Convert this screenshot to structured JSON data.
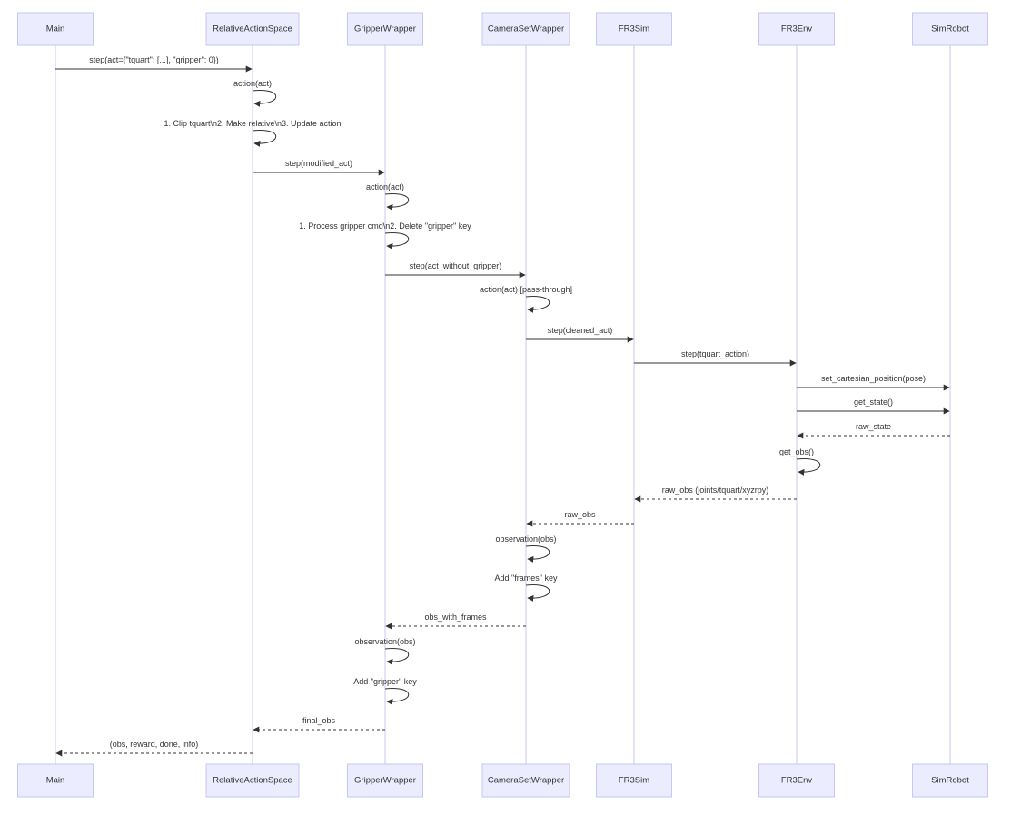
{
  "actors": [
    {
      "id": "main",
      "label": "Main"
    },
    {
      "id": "ras",
      "label": "RelativeActionSpace"
    },
    {
      "id": "gw",
      "label": "GripperWrapper"
    },
    {
      "id": "csw",
      "label": "CameraSetWrapper"
    },
    {
      "id": "fr3sim",
      "label": "FR3Sim"
    },
    {
      "id": "fr3env",
      "label": "FR3Env"
    },
    {
      "id": "simrobot",
      "label": "SimRobot"
    }
  ],
  "messages": [
    {
      "from": "main",
      "to": "ras",
      "label": "step(act={\"tquart\": [...], \"gripper\": 0})",
      "style": "solid"
    },
    {
      "from": "ras",
      "to": "ras",
      "label": "action(act)",
      "style": "solid"
    },
    {
      "from": "ras",
      "to": "ras",
      "label": "1. Clip tquart\\n2. Make relative\\n3. Update action",
      "style": "solid"
    },
    {
      "from": "ras",
      "to": "gw",
      "label": "step(modified_act)",
      "style": "solid"
    },
    {
      "from": "gw",
      "to": "gw",
      "label": "action(act)",
      "style": "solid"
    },
    {
      "from": "gw",
      "to": "gw",
      "label": "1. Process gripper cmd\\n2. Delete \"gripper\" key",
      "style": "solid"
    },
    {
      "from": "gw",
      "to": "csw",
      "label": "step(act_without_gripper)",
      "style": "solid"
    },
    {
      "from": "csw",
      "to": "csw",
      "label": "action(act) [pass-through]",
      "style": "solid"
    },
    {
      "from": "csw",
      "to": "fr3sim",
      "label": "step(cleaned_act)",
      "style": "solid"
    },
    {
      "from": "fr3sim",
      "to": "fr3env",
      "label": "step(tquart_action)",
      "style": "solid"
    },
    {
      "from": "fr3env",
      "to": "simrobot",
      "label": "set_cartesian_position(pose)",
      "style": "solid"
    },
    {
      "from": "fr3env",
      "to": "simrobot",
      "label": "get_state()",
      "style": "solid"
    },
    {
      "from": "simrobot",
      "to": "fr3env",
      "label": "raw_state",
      "style": "dashed"
    },
    {
      "from": "fr3env",
      "to": "fr3env",
      "label": "get_obs()",
      "style": "solid"
    },
    {
      "from": "fr3env",
      "to": "fr3sim",
      "label": "raw_obs (joints/tquart/xyzrpy)",
      "style": "dashed"
    },
    {
      "from": "fr3sim",
      "to": "csw",
      "label": "raw_obs",
      "style": "dashed"
    },
    {
      "from": "csw",
      "to": "csw",
      "label": "observation(obs)",
      "style": "solid"
    },
    {
      "from": "csw",
      "to": "csw",
      "label": "Add \"frames\" key",
      "style": "solid"
    },
    {
      "from": "csw",
      "to": "gw",
      "label": "obs_with_frames",
      "style": "dashed"
    },
    {
      "from": "gw",
      "to": "gw",
      "label": "observation(obs)",
      "style": "solid"
    },
    {
      "from": "gw",
      "to": "gw",
      "label": "Add \"gripper\" key",
      "style": "solid"
    },
    {
      "from": "gw",
      "to": "ras",
      "label": "final_obs",
      "style": "dashed"
    },
    {
      "from": "ras",
      "to": "main",
      "label": "(obs, reward, done, info)",
      "style": "dashed"
    }
  ]
}
